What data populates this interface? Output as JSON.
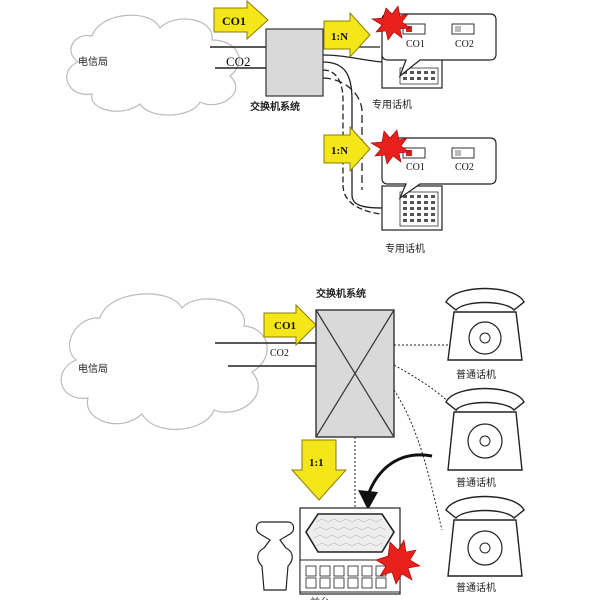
{
  "top": {
    "cloud_label": "电信局",
    "line1_label": "CO1",
    "line2_label": "CO2",
    "switch_label": "交换机系统",
    "arrow1_label": "1:N",
    "arrow2_label": "1:N",
    "phone1": {
      "key1": "CO1",
      "key2": "CO2",
      "label": "专用话机"
    },
    "phone2": {
      "key1": "CO1",
      "key2": "CO2",
      "label": "专用话机"
    }
  },
  "bottom": {
    "cloud_label": "电信局",
    "switch_label": "交换机系统",
    "line1_label": "CO1",
    "line2_label": "CO2",
    "arrow_label": "1:1",
    "phones": [
      {
        "label": "普通话机"
      },
      {
        "label": "普通话机"
      },
      {
        "label": "普通话机"
      }
    ],
    "attendant_label": "前台"
  },
  "colors": {
    "arrow_fill": "#f5e61a",
    "alert_red": "#e8211d",
    "switch_fill": "#d9d9d9",
    "led_red": "#d62020"
  }
}
